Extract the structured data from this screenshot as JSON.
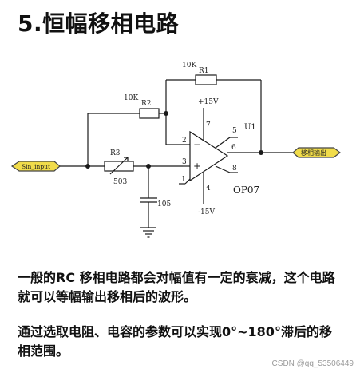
{
  "page": {
    "title": "5.恒幅移相电路"
  },
  "schematic": {
    "r1_value": "10K",
    "r1_name": "R1",
    "r2_value": "10K",
    "r2_name": "R2",
    "r3_name": "R3",
    "r3_value": "503",
    "cap_value": "105",
    "vplus": "+15V",
    "vminus": "-15V",
    "pin7": "7",
    "pin4": "4",
    "pin2": "2",
    "pin3": "3",
    "pin6": "6",
    "pin5": "5",
    "pin8": "8",
    "pin1": "1",
    "u_name": "U1",
    "chip_name": "OP07",
    "minus_sign": "−",
    "plus_sign": "+",
    "input_label": "Sin_input",
    "output_label": "移相输出"
  },
  "text": {
    "paragraph1": "一般的RC 移相电路都会对幅值有一定的衰减，这个电路就可以等幅输出移相后的波形。",
    "paragraph2": "通过选取电阻、电容的参数可以实现0°~180°滞后的移相范围。"
  },
  "watermark": "CSDN @qq_53506449"
}
